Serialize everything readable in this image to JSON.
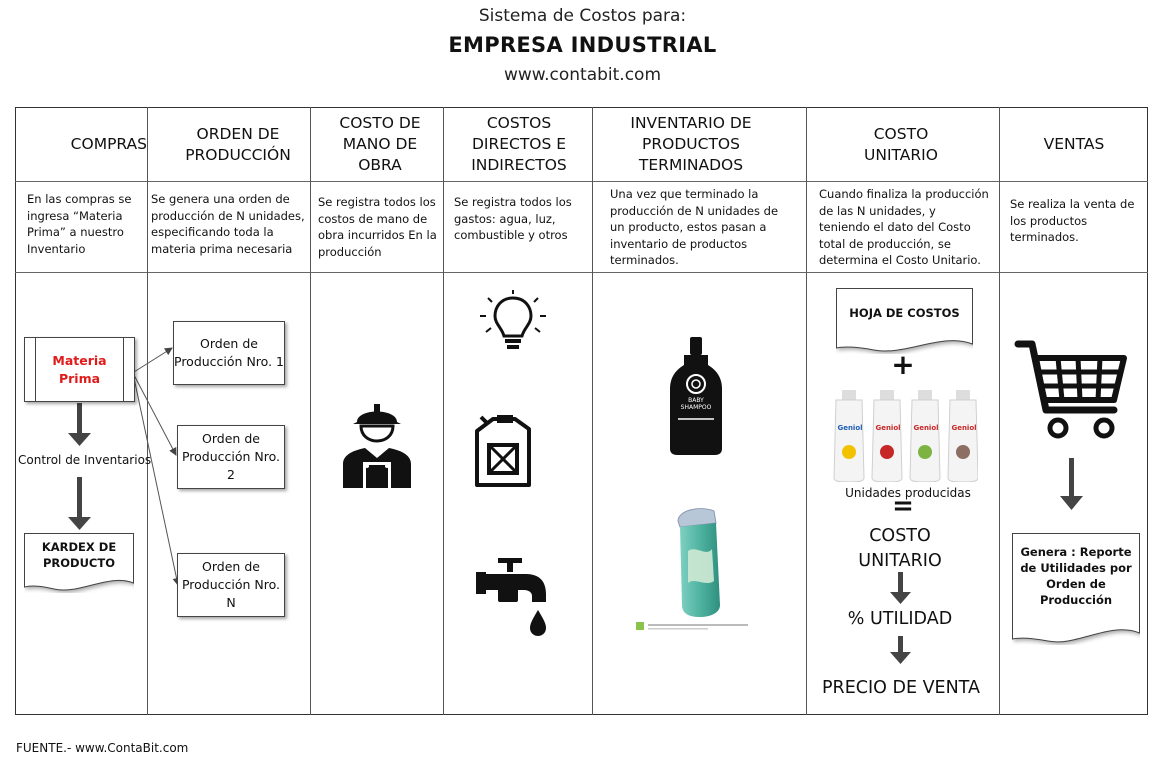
{
  "header": {
    "line1": "Sistema de Costos para:",
    "line2": "EMPRESA INDUSTRIAL",
    "line3": "www.contabit.com"
  },
  "columns": [
    {
      "title": "COMPRAS",
      "desc": "En las compras se ingresa “Materia Prima” a nuestro Inventario"
    },
    {
      "title": "ORDEN DE PRODUCCIÓN",
      "desc": "Se genera una orden de producción de N unidades, especificando toda la materia prima necesaria"
    },
    {
      "title": "COSTO DE MANO DE OBRA",
      "desc": "Se registra todos los costos de mano de obra incurridos En la producción"
    },
    {
      "title": "COSTOS DIRECTOS E INDIRECTOS",
      "desc": "Se registra todos los gastos: agua, luz, combustible y otros"
    },
    {
      "title": "INVENTARIO DE PRODUCTOS TERMINADOS",
      "desc": "Una vez que terminado la producción de N unidades de un producto, estos pasan a inventario de productos terminados."
    },
    {
      "title": "COSTO UNITARIO",
      "desc": "Cuando finaliza la producción de las N unidades, y teniendo el dato del Costo total de producción, se determina el Costo Unitario."
    },
    {
      "title": "VENTAS",
      "desc": "Se realiza la venta de los productos terminados."
    }
  ],
  "compras": {
    "materia_prima": "Materia Prima",
    "control": "Control de Inventarios",
    "kardex": "KARDEX DE PRODUCTO"
  },
  "ordenes": [
    "Orden de Producción Nro. 1",
    "Orden de Producción Nro. 2",
    "Orden de Producción Nro. N"
  ],
  "productos": {
    "baby_label": "BABY SHAMPOO"
  },
  "costo_unitario": {
    "hoja": "HOJA DE COSTOS",
    "plus": "+",
    "brand": "Geniol",
    "unidades": "Unidades producidas",
    "equals": "=",
    "costo": "COSTO UNITARIO",
    "utilidad": "% UTILIDAD",
    "precio": "PRECIO DE VENTA"
  },
  "ventas": {
    "reporte": "Genera : Reporte de Utilidades por Orden de Producción"
  },
  "footer": "FUENTE.- www.ContaBit.com",
  "colors": {
    "materia_prima_text": "#e01b1b",
    "arrow": "#444444",
    "icon": "#111111",
    "bottle_green": "#4fb3a0"
  },
  "icons": [
    "lightbulb-icon",
    "fuel-can-icon",
    "water-tap-icon",
    "worker-icon",
    "shopping-cart-icon",
    "baby-shampoo-bottle-icon",
    "green-shampoo-bottle-icon"
  ]
}
